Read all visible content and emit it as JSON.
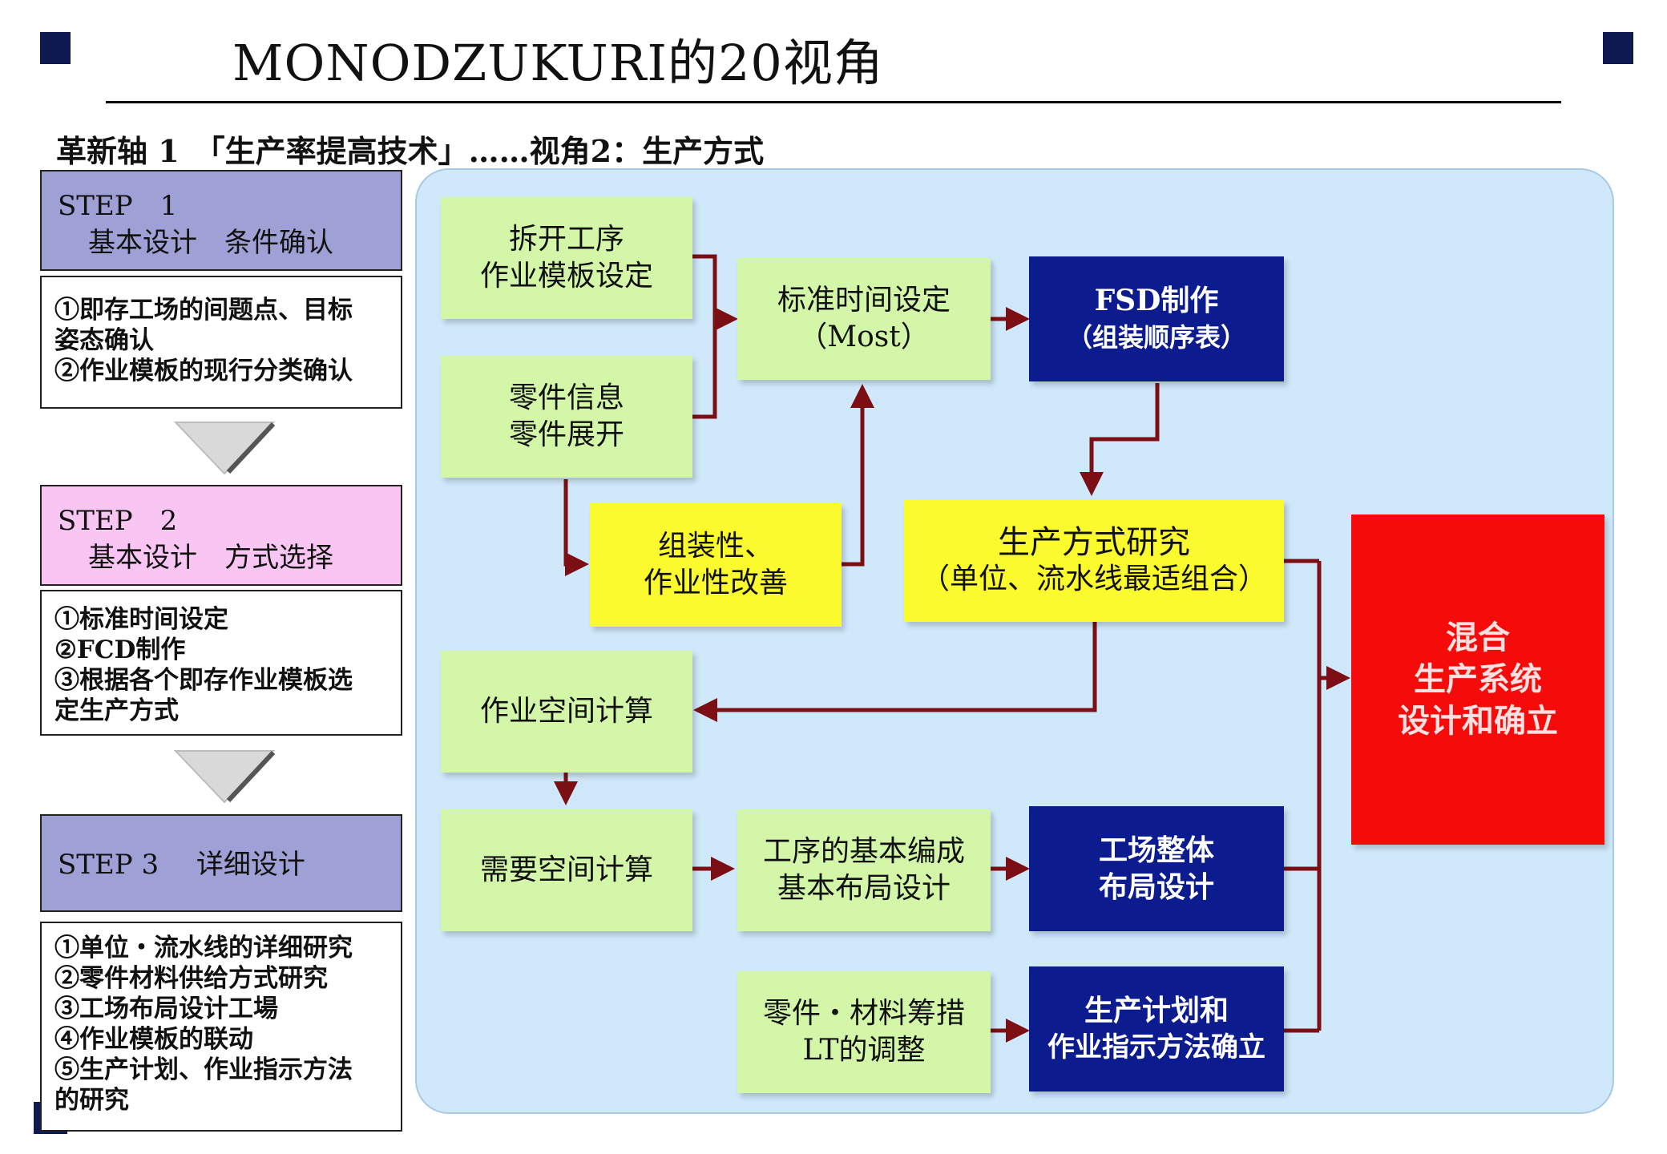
{
  "title": "MONODZUKURI的20视角",
  "subtitle": "革新轴 1　「生产率提高技术」……视角2：生产方式",
  "steps": [
    {
      "label": "STEP　1",
      "title": "基本设计　条件确认",
      "color": "#9ea0d6",
      "items": [
        "①即存工场的间题点、目标",
        "姿态确认",
        "②作业模板的现行分类确认"
      ]
    },
    {
      "label": "STEP　2",
      "title": "基本设计　方式选择",
      "color": "#f9c6f4",
      "items": [
        "①标准时间设定",
        "②FCD制作",
        "③根据各个即存作业模板选",
        "定生产方式"
      ]
    },
    {
      "label": "STEP 3",
      "title": "详细设计",
      "color": "#9ea0d6",
      "items": [
        "①单位・流水线的详细研究",
        "②零件材料供给方式研究",
        "③工场布局设计工場",
        "④作业模板的联动",
        "⑤生产计划、作业指示方法",
        "的研究"
      ]
    }
  ],
  "flow": {
    "b1": {
      "line1": "拆开工序",
      "line2": "作业模板设定"
    },
    "b2": {
      "line1": "零件信息",
      "line2": "零件展开"
    },
    "b3": {
      "line1": "标准时间设定",
      "line2": "（Most）"
    },
    "b4": {
      "line1": "FSD制作",
      "line2": "（组装顺序表）"
    },
    "b5": {
      "line1": "组装性、",
      "line2": "作业性改善"
    },
    "b6": {
      "line1": "生产方式研究",
      "line2": "（单位、流水线最适组合）"
    },
    "b7": {
      "line1": "混合",
      "line2": "生产系统",
      "line3": "设计和确立"
    },
    "b8": {
      "line1": "作业空间计算"
    },
    "b9": {
      "line1": "需要空间计算"
    },
    "b10": {
      "line1": "工序的基本编成",
      "line2": "基本布局设计"
    },
    "b11": {
      "line1": "工场整体",
      "line2": "布局设计"
    },
    "b12": {
      "line1": "零件・材料筹措",
      "line2": "LT的调整"
    },
    "b13": {
      "line1": "生产计划和",
      "line2": "作业指示方法确立"
    }
  },
  "colors": {
    "green": "#d4f6a8",
    "yellow": "#fbfa2e",
    "navy": "#0c1b8e",
    "red": "#f60b0b",
    "arrow": "#7b0f14",
    "panel": "#cfe8fa"
  }
}
